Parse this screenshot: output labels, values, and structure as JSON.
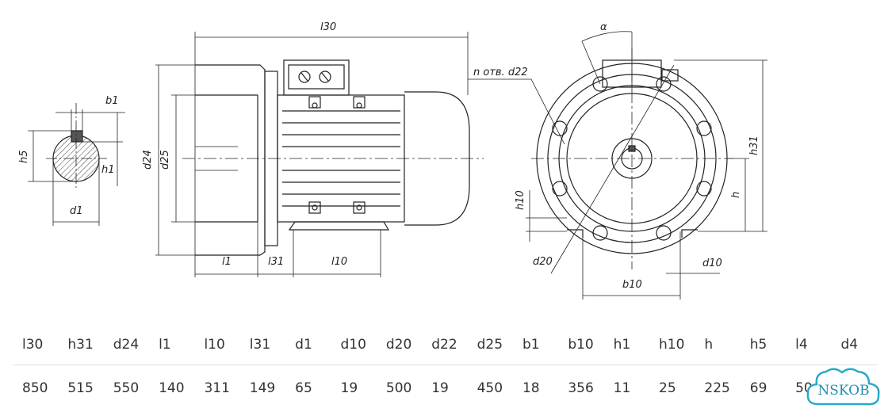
{
  "drawing": {
    "labels": {
      "l30": "l30",
      "b1": "b1",
      "h5": "h5",
      "h1": "h1",
      "d1": "d1",
      "d24": "d24",
      "d25": "d25",
      "l1": "l1",
      "l31": "l31",
      "l10": "l10",
      "n_otv": "n отв. d22",
      "alpha": "α",
      "h31": "h31",
      "h": "h",
      "h10": "h10",
      "d20": "d20",
      "b10": "b10",
      "d10": "d10"
    }
  },
  "dimensions_table": {
    "headers": [
      "l30",
      "h31",
      "d24",
      "l1",
      "l10",
      "l31",
      "d1",
      "d10",
      "d20",
      "d22",
      "d25",
      "b1",
      "b10",
      "h1",
      "h10",
      "h",
      "h5",
      "l4",
      "d4"
    ],
    "values": [
      "850",
      "515",
      "550",
      "140",
      "311",
      "149",
      "65",
      "19",
      "500",
      "19",
      "450",
      "18",
      "356",
      "11",
      "25",
      "225",
      "69",
      "50",
      ""
    ]
  },
  "logo": {
    "text": "NSKOB",
    "color": "#29a9c9"
  }
}
